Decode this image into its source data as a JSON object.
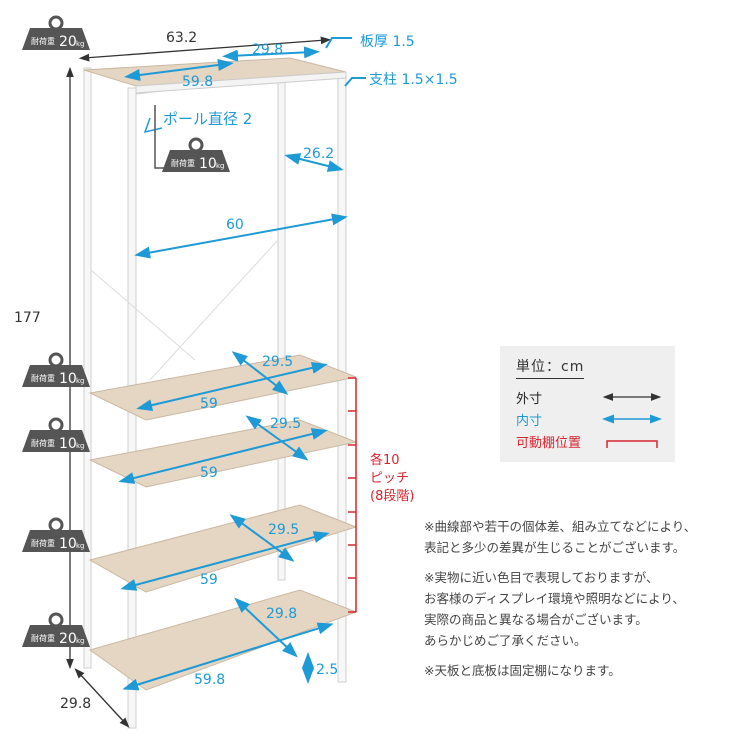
{
  "colors": {
    "outer_dimension": "#333333",
    "inner_dimension": "#1e9ad6",
    "adjustable_shelf": "#d7262e",
    "weight_badge": "#555555",
    "shelf_wood": "#e4d6c3",
    "frame": "#f7f7f7",
    "legend_bg": "#efefef"
  },
  "weight_badges": [
    {
      "label": "耐荷重",
      "value": "20",
      "unit": "kg"
    },
    {
      "label": "耐荷重",
      "value": "10",
      "unit": "kg"
    },
    {
      "label": "耐荷重",
      "value": "10",
      "unit": "kg"
    },
    {
      "label": "耐荷重",
      "value": "10",
      "unit": "kg"
    },
    {
      "label": "耐荷重",
      "value": "10",
      "unit": "kg"
    },
    {
      "label": "耐荷重",
      "value": "20",
      "unit": "kg"
    }
  ],
  "dimensions": {
    "overall_width": "63.2",
    "overall_height": "177",
    "overall_depth": "29.8",
    "top_inner_width": "59.8",
    "top_inner_depth": "29.8",
    "board_thickness": "板厚 1.5",
    "post_size": "支柱 1.5×1.5",
    "pole_diameter": "ポール直径 2",
    "hanging_depth": "26.2",
    "hanging_width": "60",
    "shelves": [
      {
        "width": "59",
        "depth": "29.5"
      },
      {
        "width": "59",
        "depth": "29.5"
      },
      {
        "width": "59",
        "depth": "29.5"
      }
    ],
    "bottom_width": "59.8",
    "bottom_depth": "29.8",
    "clearance": "2.5"
  },
  "pitch_label": [
    "各10",
    "ピッチ",
    "(8段階)"
  ],
  "legend": {
    "unit": "単位：cm",
    "items": [
      {
        "label": "外寸",
        "type": "outer"
      },
      {
        "label": "内寸",
        "type": "inner"
      },
      {
        "label": "可動棚位置",
        "type": "adjustable"
      }
    ]
  },
  "notes": [
    [
      "※曲線部や若干の個体差、組み立てなどにより、",
      "表記と多少の差異が生じることがございます。"
    ],
    [
      "※実物に近い色目で表現しておりますが、",
      "お客様のディスプレイ環境や照明などにより、",
      "実際の商品と異なる場合がございます。",
      "あらかじめご了承ください。"
    ],
    [
      "※天板と底板は固定棚になります。"
    ]
  ]
}
